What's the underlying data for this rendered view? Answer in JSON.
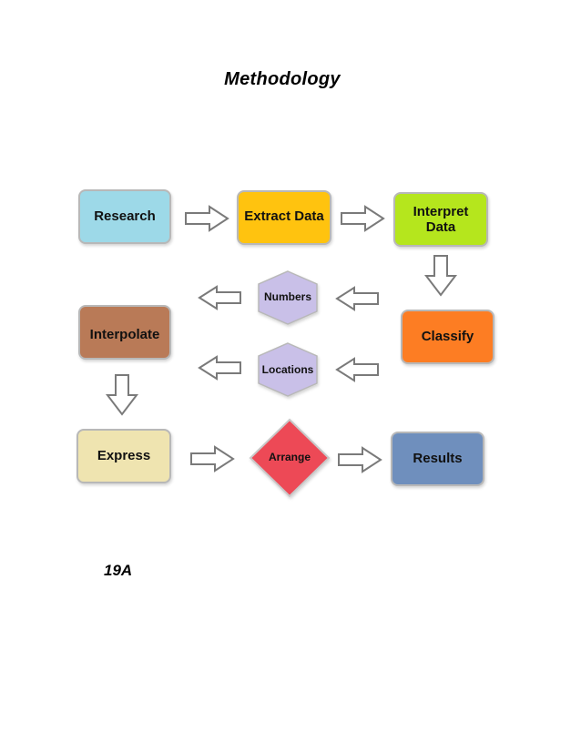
{
  "document": {
    "title": "Methodology",
    "page_number": "19A"
  },
  "nodes": {
    "research": {
      "label": "Research",
      "color": "#9dd9e8"
    },
    "extract_data": {
      "label": "Extract Data",
      "color": "#ffc30f"
    },
    "interpret_data": {
      "label_line1": "Interpret",
      "label_line2": "Data",
      "color": "#b5e61d"
    },
    "classify": {
      "label": "Classify",
      "color": "#fd7d23"
    },
    "numbers": {
      "label": "Numbers",
      "color": "#c9c0e8"
    },
    "locations": {
      "label": "Locations",
      "color": "#c9c0e8"
    },
    "interpolate": {
      "label": "Interpolate",
      "color": "#b97a57"
    },
    "express": {
      "label": "Express",
      "color": "#efe4b0"
    },
    "arrange": {
      "label": "Arrange",
      "color": "#ed4856"
    },
    "results": {
      "label": "Results",
      "color": "#6f8fbd"
    }
  },
  "colors": {
    "arrow_stroke": "#7a7a7a",
    "node_border": "#b8b8b8"
  }
}
